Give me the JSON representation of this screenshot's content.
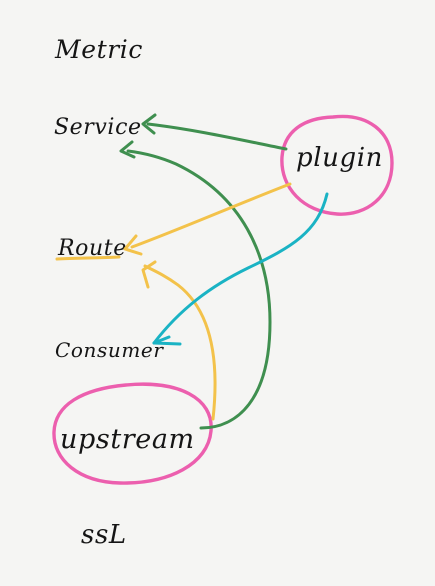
{
  "labels": {
    "metric": "Metric",
    "service": "Service",
    "route": "Route",
    "consumer": "Consumer",
    "upstream": "upstream",
    "plugin": "plugin",
    "ssl": "ssL"
  },
  "colors": {
    "background": "#f5f5f3",
    "ink": "#151515",
    "pink": "#ec5fae",
    "green": "#3f8f4f",
    "yellow": "#f3c24a",
    "cyan": "#1ab3c4"
  }
}
